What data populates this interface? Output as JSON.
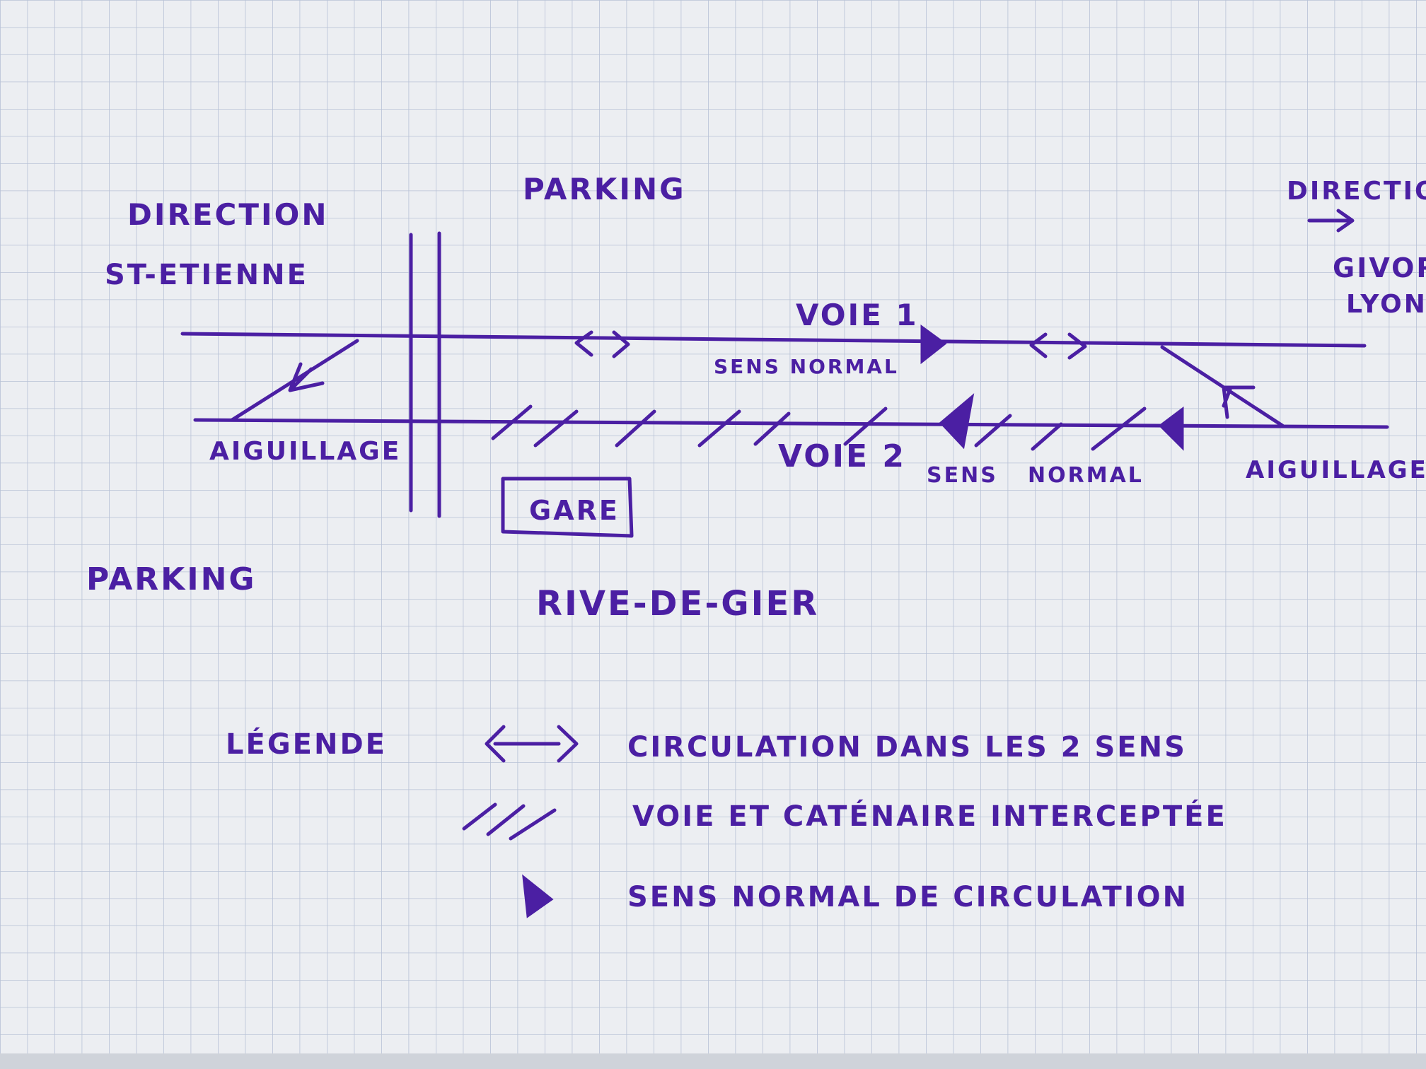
{
  "labels": {
    "direction_left": "DIRECTION",
    "st_etienne": "ST-ETIENNE",
    "parking_top": "PARKING",
    "direction_right": "DIRECTION",
    "givors": "GIVORS",
    "lyon": "LYON",
    "voie1": "VOIE 1",
    "voie1_sens": "SENS NORMAL",
    "voie2": "VOIE 2",
    "voie2_sens": "SENS",
    "voie2_normal": "NORMAL",
    "aiguillage_left": "AIGUILLAGE",
    "aiguillage_right": "AIGUILLAGE",
    "gare": "GARE",
    "parking_left": "PARKING",
    "station": "RIVE-DE-GIER"
  },
  "legend": {
    "title": "LÉGENDE",
    "items": [
      {
        "symbol": "double-arrow",
        "text": "CIRCULATION DANS LES 2 SENS"
      },
      {
        "symbol": "hatching",
        "text": "VOIE ET CATÉNAIRE INTERCEPTÉE"
      },
      {
        "symbol": "triangle",
        "text": "SENS NORMAL DE CIRCULATION"
      }
    ]
  },
  "colors": {
    "ink": "#4b1fa3",
    "paper": "#eceef2",
    "grid": "#b8c2d6"
  }
}
